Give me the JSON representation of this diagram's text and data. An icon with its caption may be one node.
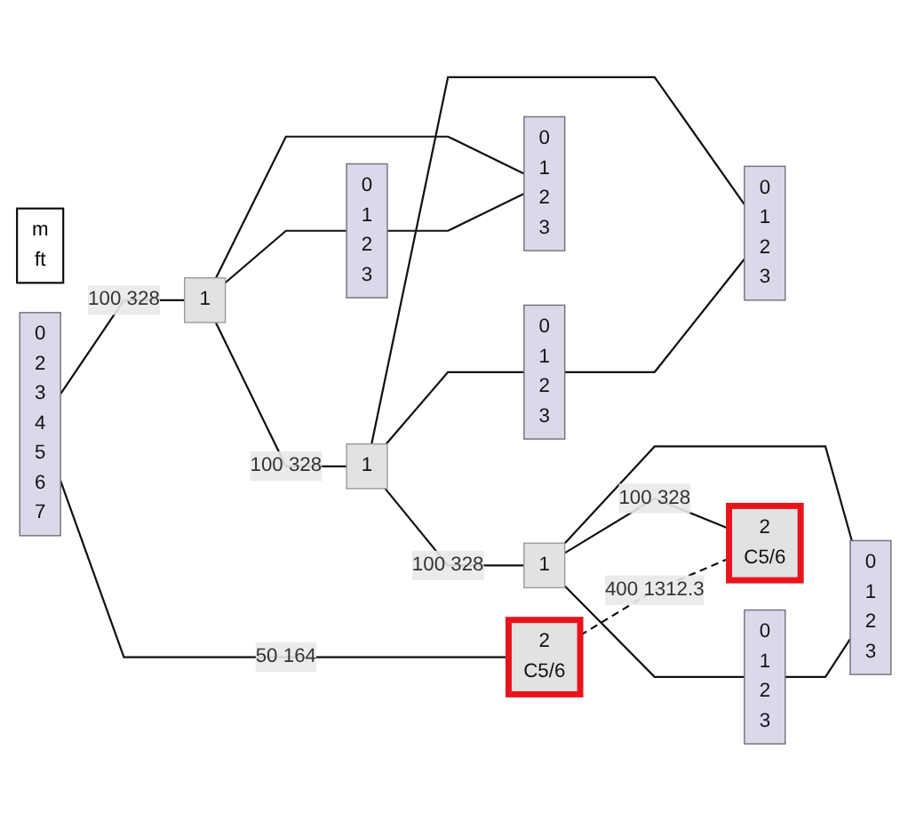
{
  "diagram": {
    "nodes": [
      {
        "text": [
          "m",
          "ft"
        ]
      },
      {
        "text": [
          "0",
          "2",
          "3",
          "4",
          "5",
          "6",
          "7"
        ]
      },
      {
        "text": [
          "2",
          "C5/6"
        ]
      },
      {
        "text": [
          "1"
        ]
      },
      {
        "text": [
          "0",
          "1",
          "2",
          "3"
        ]
      },
      {
        "text": [
          "0",
          "1",
          "2",
          "3"
        ]
      },
      {
        "text": [
          "1"
        ]
      },
      {
        "text": [
          "0",
          "1",
          "2",
          "3"
        ]
      },
      {
        "text": [
          "0",
          "1",
          "2",
          "3"
        ]
      },
      {
        "text": [
          "1"
        ]
      },
      {
        "text": [
          "0",
          "1",
          "2",
          "3"
        ]
      },
      {
        "text": [
          "2",
          "C5/6"
        ]
      },
      {
        "text": [
          "0",
          "1",
          "2",
          "3"
        ]
      }
    ],
    "edges": [
      {
        "from": 1,
        "to": 3,
        "arrow": "none",
        "label": "100 328"
      },
      {
        "from": 1,
        "to": 2,
        "arrow": "none",
        "label": "50 164"
      },
      {
        "from": 2,
        "to": 11,
        "arrow": "none",
        "label": "400 1312.3",
        "style": "dashed"
      },
      {
        "from": 3,
        "to": 6,
        "arrow": "none",
        "label": "100 328"
      },
      {
        "from": 3,
        "to": 4,
        "arrow": "none"
      },
      {
        "from": 4,
        "to": 5,
        "arrow": "none"
      },
      {
        "from": 3,
        "to": 5,
        "arrow": "none"
      },
      {
        "from": 6,
        "to": 9,
        "arrow": "none",
        "label": "100 328"
      },
      {
        "from": 6,
        "to": 7,
        "arrow": "none"
      },
      {
        "from": 7,
        "to": 8,
        "arrow": "none"
      },
      {
        "from": 6,
        "to": 8,
        "arrow": "none"
      },
      {
        "from": 9,
        "to": 11,
        "arrow": "none",
        "label": "100 328"
      },
      {
        "from": 9,
        "to": 10,
        "arrow": "none"
      },
      {
        "from": 10,
        "to": 12,
        "arrow": "none"
      },
      {
        "from": 9,
        "to": 12,
        "arrow": "none"
      }
    ]
  }
}
